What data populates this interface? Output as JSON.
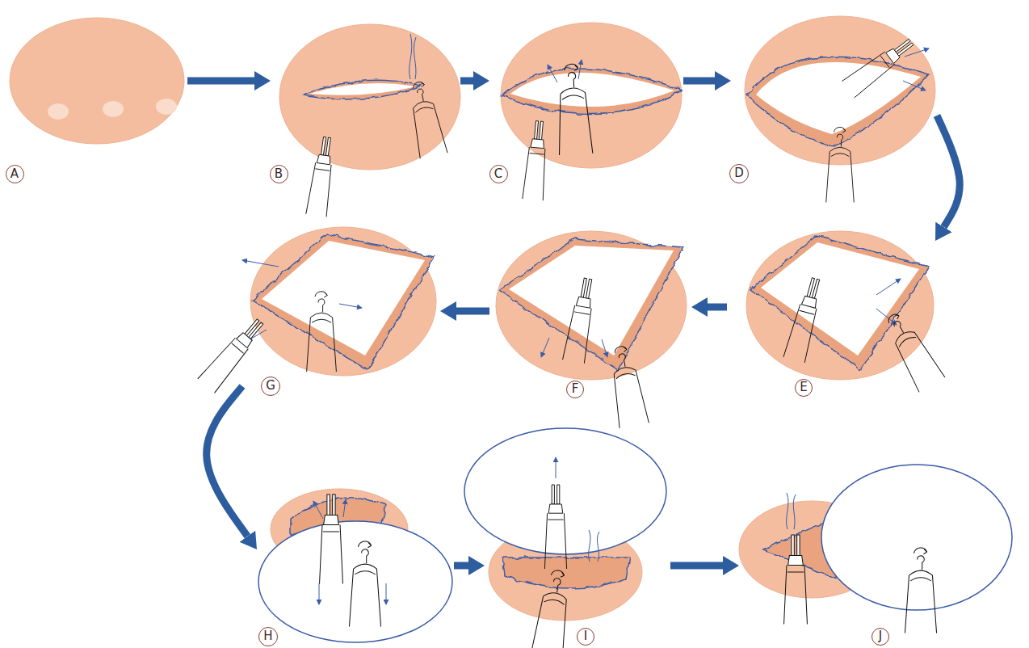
{
  "diagram": {
    "nodes": [
      {
        "text": [
          "A"
        ]
      },
      {
        "text": [
          "B"
        ]
      },
      {
        "text": [
          "C"
        ]
      },
      {
        "text": [
          "D"
        ]
      },
      {
        "text": [
          "E"
        ]
      },
      {
        "text": [
          "F"
        ]
      },
      {
        "text": [
          "G"
        ]
      },
      {
        "text": [
          "H"
        ]
      },
      {
        "text": [
          "I"
        ]
      },
      {
        "text": [
          "J"
        ]
      }
    ],
    "edges": [
      {
        "from": 0,
        "to": 1,
        "arrow": "to"
      },
      {
        "from": 1,
        "to": 2,
        "arrow": "to"
      },
      {
        "from": 2,
        "to": 3,
        "arrow": "to"
      },
      {
        "from": 3,
        "to": 4,
        "arrow": "to"
      },
      {
        "from": 4,
        "to": 5,
        "arrow": "to"
      },
      {
        "from": 5,
        "to": 6,
        "arrow": "to"
      },
      {
        "from": 6,
        "to": 7,
        "arrow": "to"
      },
      {
        "from": 7,
        "to": 8,
        "arrow": "to"
      },
      {
        "from": 8,
        "to": 9,
        "arrow": "to"
      }
    ]
  }
}
